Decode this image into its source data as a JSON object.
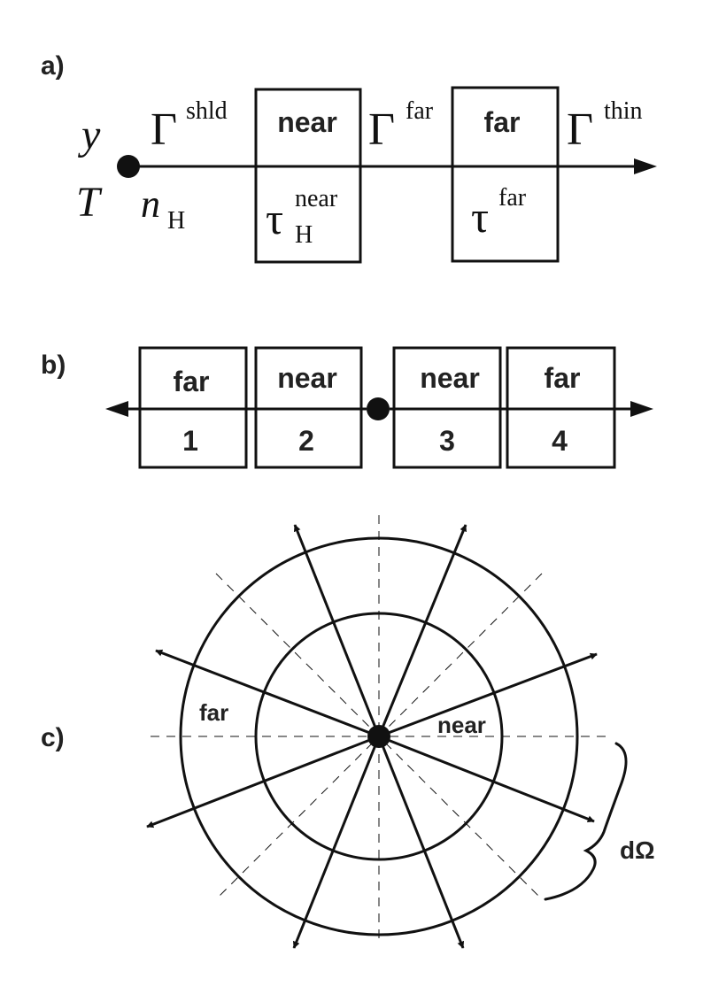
{
  "panel_a": {
    "label": "a)",
    "left_symbols": {
      "y": "y",
      "T": "T",
      "n": "n",
      "n_sub": "H"
    },
    "gamma_shld": {
      "base": "Γ",
      "sup": "shld"
    },
    "gamma_far": {
      "base": "Γ",
      "sup": "far"
    },
    "gamma_thin": {
      "base": "Γ",
      "sup": "thin"
    },
    "near_box": {
      "top": "near",
      "tau_base": "τ",
      "tau_sup": "near",
      "tau_sub": "H"
    },
    "far_box": {
      "top": "far",
      "tau_base": "τ",
      "tau_sup": "far"
    }
  },
  "panel_b": {
    "label": "b)",
    "boxes": [
      {
        "top": "far",
        "bottom": "1"
      },
      {
        "top": "near",
        "bottom": "2"
      },
      {
        "top": "near",
        "bottom": "3"
      },
      {
        "top": "far",
        "bottom": "4"
      }
    ]
  },
  "panel_c": {
    "label": "c)",
    "far_label": "far",
    "near_label": "near",
    "solid_angle_label": "dΩ"
  }
}
